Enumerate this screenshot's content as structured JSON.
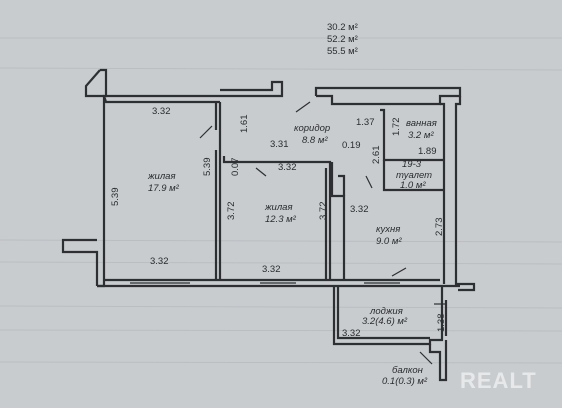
{
  "totals": [
    "30.2 м²",
    "52.2 м²",
    "55.5 м²"
  ],
  "rooms": {
    "living1": {
      "name": "жилая",
      "area": "17.9 м²"
    },
    "living2": {
      "name": "жилая",
      "area": "12.3 м²"
    },
    "corridor": {
      "name": "коридор",
      "area": "8.8 м²"
    },
    "bathroom": {
      "name": "ванная",
      "area": "3.2 м²"
    },
    "toilet": {
      "name": "туалет",
      "area": "1.0 м²",
      "code": "19-3"
    },
    "kitchen": {
      "name": "кухня",
      "area": "9.0 м²"
    },
    "loggia": {
      "name": "лоджия",
      "area": "3.2(4.6) м²"
    },
    "balcony": {
      "name": "балкон",
      "area": "0.1(0.3) м²"
    }
  },
  "dims": {
    "d1": "3.32",
    "d2": "1.61",
    "d3": "3.31",
    "d4": "1.37",
    "d5": "1.72",
    "d6": "0.19",
    "d7": "1.89",
    "d8": "2.61",
    "d9": "5.39",
    "d10": "5.39",
    "d11": "0.07",
    "d12": "3.32",
    "d13": "3.72",
    "d14": "3.72",
    "d15": "3.32",
    "d16": "2.73",
    "d17": "3.32",
    "d18": "3.32",
    "d19": "1.38",
    "d20": "3.32"
  },
  "watermark": "REALT"
}
